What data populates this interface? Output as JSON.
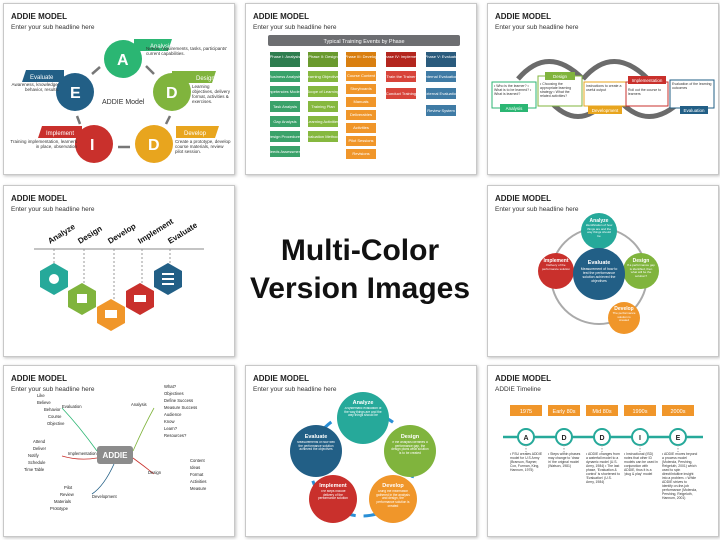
{
  "center": {
    "line1": "Multi-Color",
    "line2": "Version Images"
  },
  "slides": [
    {
      "title": "ADDIE MODEL",
      "subtitle": "Enter your sub headline here"
    },
    {
      "title": "ADDIE MODEL",
      "subtitle": "Enter your sub headline here"
    },
    {
      "title": "ADDIE MODEL",
      "subtitle": "Enter your sub headline here"
    },
    {
      "title": "ADDIE MODEL",
      "subtitle": "Enter your sub headline here"
    },
    {
      "title": "ADDIE MODEL",
      "subtitle": "Enter your sub headline here"
    },
    {
      "title": "ADDIE MODEL",
      "subtitle": "Enter your sub headline here"
    },
    {
      "title": "ADDIE MODEL",
      "subtitle": "Enter your sub headline here"
    },
    {
      "title": "ADDIE MODEL",
      "subtitle": "ADDIE Timeline"
    }
  ],
  "s1": {
    "center_label": "ADDIE Model",
    "letters": [
      "A",
      "D",
      "D",
      "I",
      "E"
    ],
    "phases": [
      "Analysis",
      "Design",
      "Develop",
      "Implement",
      "Evaluate"
    ],
    "desc_analysis": "Needs, requirements, tasks, participants' current capabilities.",
    "desc_design": "Learning objectives, delivery format, activities & exercises.",
    "desc_develop": "Create a prototype, develop course materials, review pilot session.",
    "desc_implement": "Training implementation, learners in place, observation",
    "desc_evaluate": "Awareness, knowledge, behavior, results."
  },
  "s2": {
    "header": "Typical Training Events by Phase",
    "columns": [
      "Phase I: Analysis",
      "Phase II: Design",
      "Phase III: Develop",
      "Phase IV: Implement",
      "Phase V: Evaluate"
    ],
    "col1": [
      "Business Analysis",
      "Competencies Modelling",
      "Task Analysis",
      "Gap Analysis",
      "Design Procedures",
      "Needs Assessment"
    ],
    "col2": [
      "Learning Objectives",
      "Scope of Learning",
      "Training Plan",
      "Learning Activities",
      "Evaluation Methods"
    ],
    "col3": [
      "Course Content",
      "Storyboards",
      "Manuals",
      "Deliverables",
      "Activities",
      "Pilot Sessions",
      "Revisions"
    ],
    "col4": [
      "Train the Trainer",
      "Conduct Training"
    ],
    "col5": [
      "Internal Evaluation",
      "External Evaluation",
      "Review System"
    ]
  },
  "s3": {
    "stages": [
      "Analysis",
      "Design",
      "Development",
      "Implementation",
      "Evaluation"
    ],
    "analysis_items": "• Who is the learner? • What is to be learned? • What is learned?",
    "design_items": "• Choosing the appropriate learning strategy • What the related activities?",
    "development_items": "Instructions to create a useful output",
    "implementation_items": "Roll out the course to learners",
    "evaluation_items": "Evaluation of the learning outcomes"
  },
  "s4": {
    "labels": [
      "Analyze",
      "Design",
      "Develop",
      "Implement",
      "Evaluate"
    ]
  },
  "s5": {
    "center_title": "Evaluate",
    "center_text": "Measurement of how to test the performance solution achieved the objectives",
    "top_title": "Analyze",
    "top_text": "Identification of how things are and the way things should be",
    "right_title": "Design",
    "right_text": "If a performance gap is identified, then what will be the solution?",
    "bottom_title": "Develop",
    "bottom_text": "The performance solution is created",
    "left_title": "Implement",
    "left_text": "Delivery of the performance solution"
  },
  "s6": {
    "root": "ADDIE",
    "branches": [
      "Evaluation",
      "Analysis",
      "Implementation",
      "Design",
      "Development"
    ],
    "evaluation_leaves": [
      "Like",
      "Believe",
      "Behavior",
      "Course",
      "Objective"
    ],
    "analysis_leaves": [
      "What?",
      "Objectives",
      "Define Success",
      "Measure Success",
      "Audience",
      "Know",
      "Learn?",
      "Resources?"
    ],
    "implementation_leaves": [
      "Attend",
      "Deliver",
      "Notify",
      "Schedule",
      "Time Table"
    ],
    "design_leaves": [
      "Content",
      "Ideas",
      "Format",
      "Activities",
      "Measure"
    ],
    "development_leaves": [
      "Pilot",
      "Review",
      "Materials",
      "Prototype"
    ]
  },
  "s7": {
    "analyze_title": "Analyze",
    "analyze_text": "A systematic evaluation of the way things are and the way things should be",
    "design_title": "Design",
    "design_text": "If the analysis identifies a performance gap, the design plans what solution is to be created",
    "develop_title": "Develop",
    "develop_text": "Using the information gathered in the analysis and design, the performance solution is created",
    "implement_title": "Implement",
    "implement_text": "The steps include delivery of the performance solution",
    "evaluate_title": "Evaluate",
    "evaluate_text": "Measurements of how well the performance solution achieved the objectives"
  },
  "s8": {
    "years": [
      "1975",
      "Early 80s",
      "Mid 80s",
      "1990s",
      "2000s"
    ],
    "letters": [
      "A",
      "D",
      "D",
      "I",
      "E"
    ],
    "notes": [
      "• FSU creates ADDIE model for U.S Army (Branson, Rayner, Cox, Furman, King, Hannum, 1975)",
      "• Steps within phases may change to 'draw in' the original model (Watson, 1981)",
      "• ADDIE changes from a waterfall model to a dynamic model (U.S. Army, 1984) • The last phase, 'Evaluation & control' is shortened to 'Evaluation' (U.S. Army, 1984)",
      "• Instructional (ISD) notes that other ID models can be used in conjunction with ADDIE, thus it is a 'plug & play' model",
      "• ADDIE moves beyond a process model (Molenda, Pershing, Reigeluth, 2001) which used to spin direct/intuitive insight into a problem. • While ADDIE strives to identify on-the-job performance (Molenda, Pershing, Reigeluth, Hannum, 2001)"
    ]
  }
}
